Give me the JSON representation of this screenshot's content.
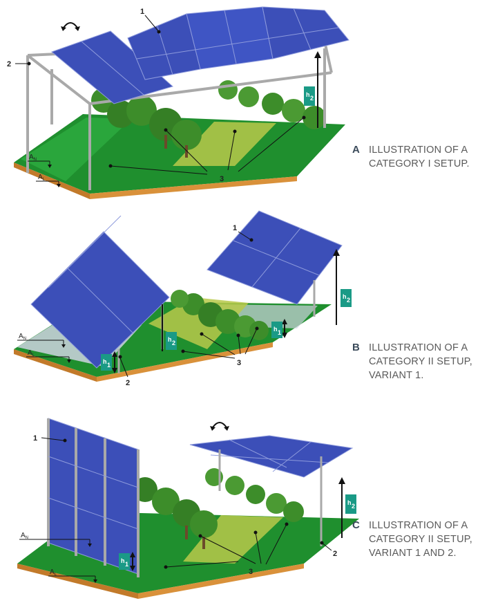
{
  "panels": [
    {
      "letter": "A",
      "caption": "ILLUSTRATION OF A CATEGORY I SETUP.",
      "labels": [
        "1",
        "2",
        "3",
        "3",
        "3"
      ],
      "area_labels": [
        "A",
        "N",
        "A",
        "L"
      ],
      "heights": [
        "h",
        "2"
      ]
    },
    {
      "letter": "B",
      "caption": "ILLUSTRATION OF A CATEGORY II SETUP, VARIANT 1.",
      "labels": [
        "1",
        "2",
        "3",
        "3",
        "3"
      ],
      "area_labels": [
        "A",
        "N",
        "A",
        "L"
      ],
      "heights": [
        "h",
        "2",
        "h",
        "2",
        "h",
        "1",
        "h",
        "1"
      ]
    },
    {
      "letter": "C",
      "caption": "ILLUSTRATION OF A CATEGORY II SETUP, VARIANT 1 AND 2.",
      "labels": [
        "1",
        "2",
        "3",
        "3",
        "3"
      ],
      "area_labels": [
        "A",
        "N",
        "A",
        "L"
      ],
      "heights": [
        "h",
        "2",
        "h",
        "1"
      ]
    }
  ],
  "colors": {
    "panel_blue": "#3c4fb8",
    "ground_green": "#1f8f2e",
    "ground_edge": "#d9913a",
    "tree_green": "#3d8d2a",
    "badge_teal": "#1a9a86",
    "caption_gray": "#5a5a5a"
  }
}
